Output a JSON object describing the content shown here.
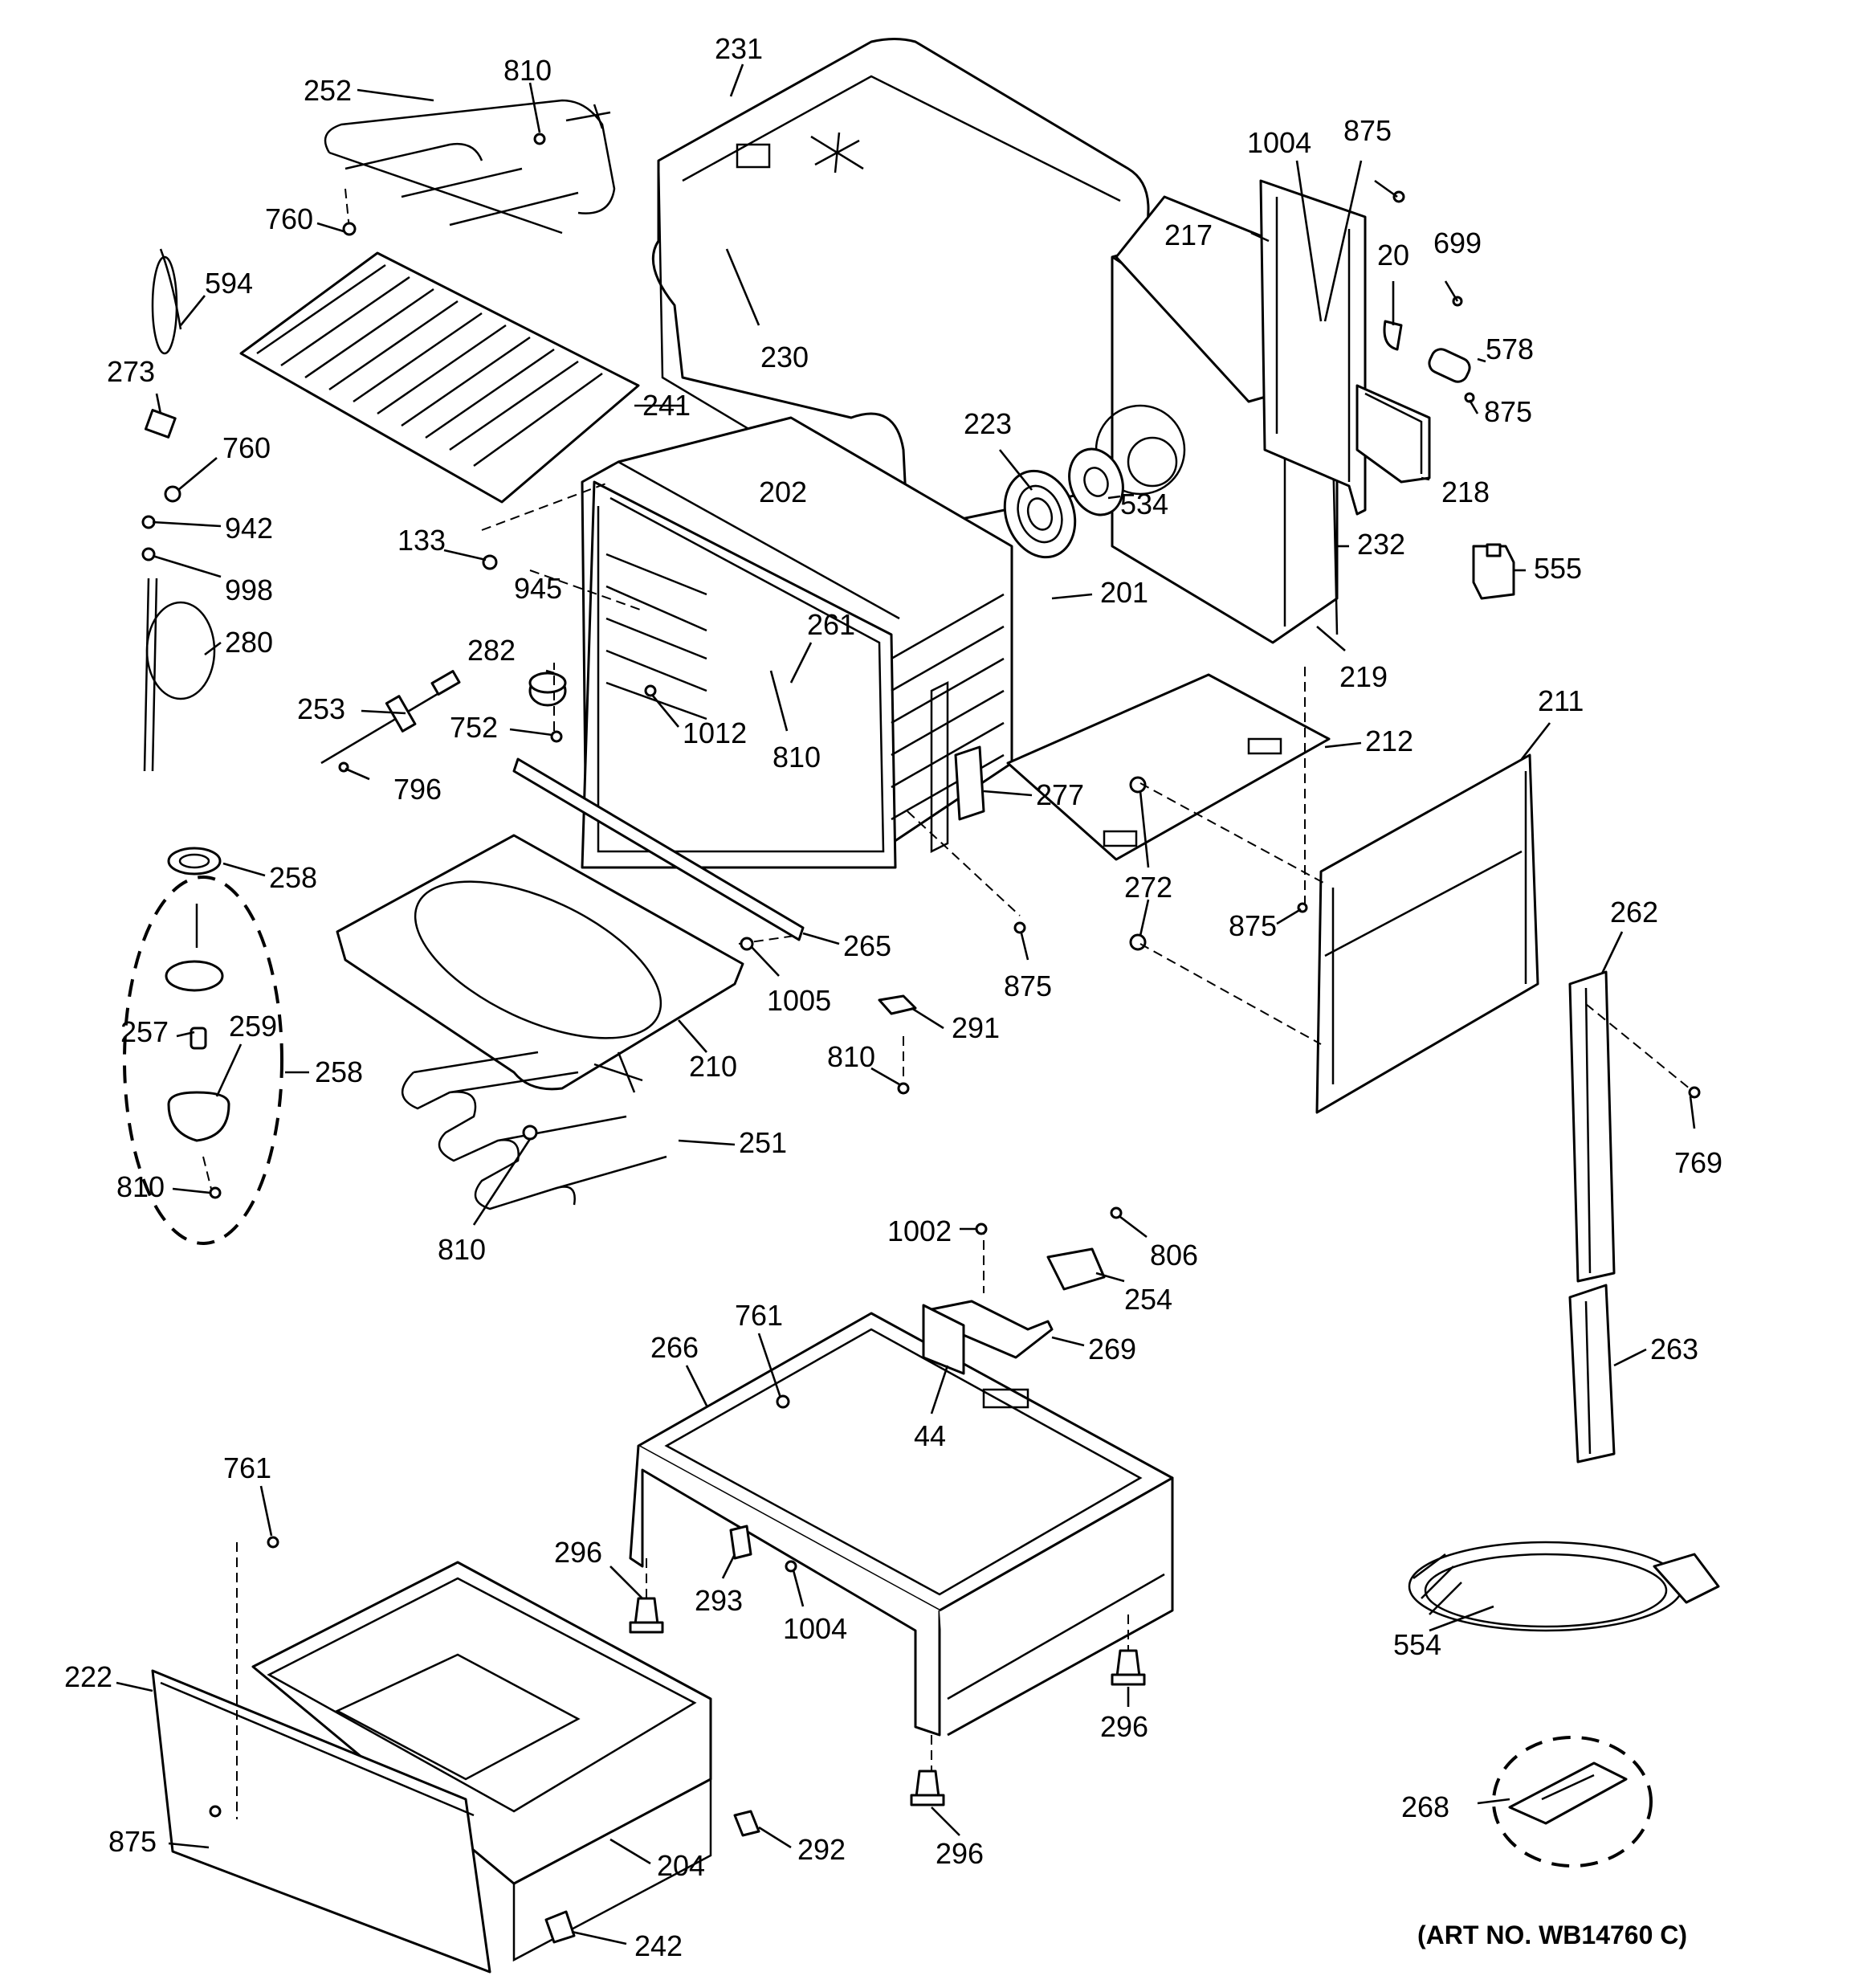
{
  "diagram": {
    "art_number": "(ART NO. WB14760 C)",
    "callouts": {
      "c231": "231",
      "c230": "230",
      "c252": "252",
      "c810a": "810",
      "c760a": "760",
      "c594": "594",
      "c273": "273",
      "c760b": "760",
      "c942": "942",
      "c998": "998",
      "c280": "280",
      "c241": "241",
      "c133": "133",
      "c945": "945",
      "c202": "202",
      "c223": "223",
      "c534": "534",
      "c1004a": "1004",
      "c875a": "875",
      "c217": "217",
      "c20": "20",
      "c699": "699",
      "c578": "578",
      "c875b": "875",
      "c218": "218",
      "c232": "232",
      "c555": "555",
      "c201": "201",
      "c219": "219",
      "c261": "261",
      "c282": "282",
      "c253": "253",
      "c752": "752",
      "c1012": "1012",
      "c810b": "810",
      "c796": "796",
      "c212": "212",
      "c211": "211",
      "c277": "277",
      "c272": "272",
      "c875c": "875",
      "c258a": "258",
      "c265": "265",
      "c1005": "1005",
      "c875d": "875",
      "c262": "262",
      "c291": "291",
      "c810c": "810",
      "c257": "257",
      "c259": "259",
      "c258b": "258",
      "c210": "210",
      "c769": "769",
      "c251": "251",
      "c810d": "810",
      "c810e": "810",
      "c1002": "1002",
      "c806": "806",
      "c254": "254",
      "c761a": "761",
      "c266": "266",
      "c269": "269",
      "c44": "44",
      "c263": "263",
      "c761b": "761",
      "c296a": "296",
      "c293": "293",
      "c1004b": "1004",
      "c554": "554",
      "c222": "222",
      "c296b": "296",
      "c296c": "296",
      "c268": "268",
      "c875e": "875",
      "c292": "292",
      "c204": "204",
      "c242": "242"
    }
  }
}
